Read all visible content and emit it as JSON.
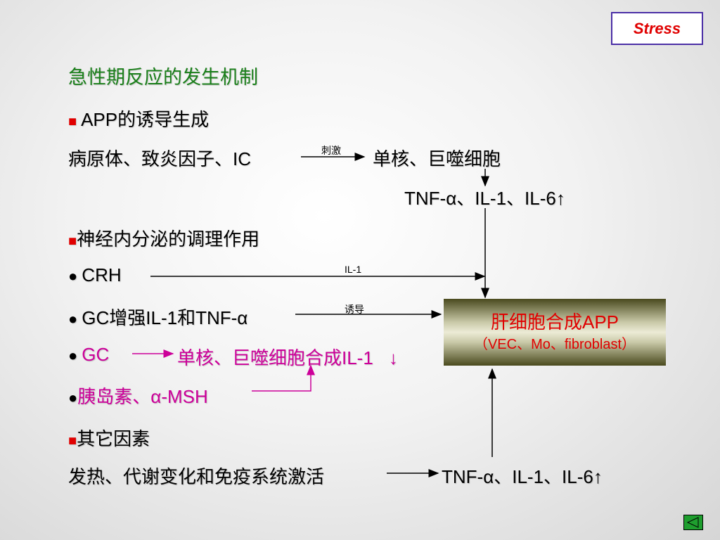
{
  "badge": "Stress",
  "title": "急性期反应的发生机制",
  "sections": {
    "app_induction": {
      "bullet": "■",
      "label": "APP的诱导生成"
    },
    "neuroendocrine": {
      "bullet": "■",
      "label": "神经内分泌的调理作用"
    },
    "other": {
      "bullet": "■",
      "label": "其它因素"
    }
  },
  "row_pathogen": {
    "left": "病原体、致炎因子、IC",
    "arrow_label": "刺激",
    "right": "单核、巨噬细胞"
  },
  "cytokines_top": "TNF-α、IL-1、IL-6",
  "up_arrow": "↑",
  "down_arrow": "↓",
  "crh": {
    "bullet": "●",
    "label": "CRH",
    "arrow_label": "IL-1"
  },
  "gc_enhance": {
    "bullet": "●",
    "label": "GC增强IL-1和TNF-α",
    "arrow_label": "诱导"
  },
  "gc_row": {
    "bullet": "●",
    "left": "GC",
    "right": "单核、巨噬细胞合成IL-1"
  },
  "insulin": {
    "bullet": "●",
    "label": "胰岛素、α-MSH"
  },
  "app_box": {
    "line1": "肝细胞合成APP",
    "line2": "（VEC、Mo、fibroblast）"
  },
  "bottom_row": {
    "left": "发热、代谢变化和免疫系统激活",
    "right": "TNF-α、IL-1、IL-6"
  },
  "colors": {
    "accent_red": "#e00000",
    "title_green": "#1a7f1a",
    "magenta": "#cc0099",
    "box_border": "#4b2fa6"
  }
}
